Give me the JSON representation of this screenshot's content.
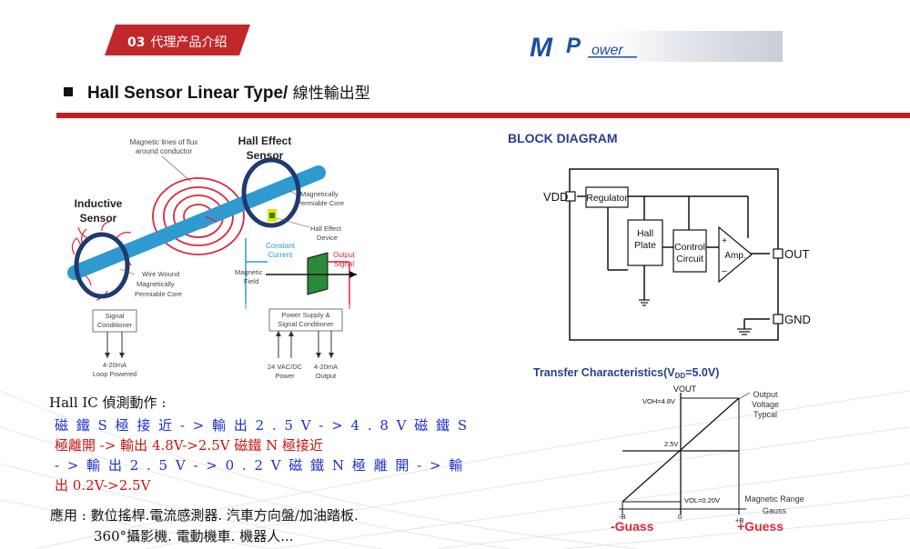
{
  "section": {
    "number": "03",
    "label": "代理产品介绍"
  },
  "logo": {
    "text_m": "M",
    "text_p": "P",
    "text_ower": "ower"
  },
  "title": {
    "main": "Hall Sensor Linear Type/",
    "sub": " 線性輸出型"
  },
  "sensor_figure": {
    "flux_label_1": "Magnetic lines of flux",
    "flux_label_2": "around conductor",
    "hall_effect_1": "Hall Effect",
    "hall_effect_2": "Sensor",
    "inductive_1": "Inductive",
    "inductive_2": "Sensor",
    "perm_core_1": "Magnetically",
    "perm_core_2": "Permiable Core",
    "hall_device_1": "Hall Effect",
    "hall_device_2": "Device",
    "const_current_1": "Constant",
    "const_current_2": "Current",
    "output_signal_1": "Output",
    "output_signal_2": "Signal",
    "magnetic_field_1": "Magnetic",
    "magnetic_field_2": "Field",
    "wire_wound_1": "Wire Wound",
    "wire_wound_2": "Magnetically",
    "wire_wound_3": "Permiable Core",
    "signal_cond_1": "Signal",
    "signal_cond_2": "Conditioner",
    "power_supply_1": "Power Supply &",
    "power_supply_2": "Signal Conditioner",
    "loop_1": "4-20mA",
    "loop_2": "Loop Powered",
    "vac_1": "24 VAC/DC",
    "vac_2": "Power",
    "out_1": "4-20mA",
    "out_2": "Output"
  },
  "block_diagram": {
    "title": "BLOCK DIAGRAM",
    "vdd": "VDD",
    "regulator": "Regulator",
    "hall_1": "Hall",
    "hall_2": "Plate",
    "control_1": "Control",
    "control_2": "Circuit",
    "amp": "Amp.",
    "out": "OUT",
    "gnd": "GND",
    "plus": "+",
    "minus": "–"
  },
  "transfer": {
    "title_pre": "Transfer Characteristics(V",
    "title_sub": "DD",
    "title_post": "=5.0V)",
    "vout": "VOUT",
    "voh": "VOH=4.8V",
    "v25": "2.5V",
    "vol": "VOL=0.20V",
    "legend_1": "Output",
    "legend_2": "Voltage",
    "legend_3": "Typcal",
    "mag_range": "Magnetic Range",
    "gauss": "Gauss",
    "tick_neg": "-B",
    "tick_zero": "0",
    "tick_pos": "+B",
    "neg_label": "-Guass",
    "pos_label": "+Guess"
  },
  "hall_ic": {
    "heading": "Hall IC 偵測動作 :",
    "line1": "磁 鐵 S 極 接 近 - > 輸 出 2 . 5 V - > 4 . 8 V 磁 鐵 S",
    "line2": "極離開 -> 輸出 4.8V->2.5V 磁鐵 N 極接近",
    "line3": "- > 輸 出 2 . 5 V - > 0 . 2 V 磁 鐵 N 極 離 開 - > 輸",
    "line4": "出 0.2V->2.5V"
  },
  "application": {
    "line1": "應用 : 數位搖桿.電流感測器. 汽車方向盤/加油踏板.",
    "line2": "360°攝影機. 電動機車. 機器人..."
  },
  "colors": {
    "accent_red": "#c41e1e",
    "tag_red": "#c0282c",
    "blue_text": "#1d2fd0",
    "red_text": "#c81414",
    "sensor_blue": "#2e9ad0",
    "diagram_title": "#2a3d8f"
  }
}
